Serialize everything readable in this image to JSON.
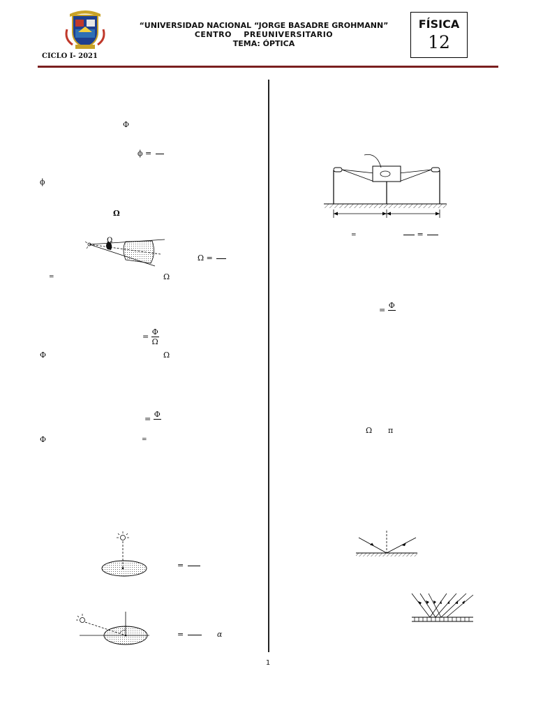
{
  "header": {
    "university": "“UNIVERSIDAD NACIONAL “JORGE BASADRE GROHMANN”",
    "center": "CENTRO    PREUNIVERSITARIO",
    "topic": "TEMA: ÓPTICA",
    "cycle": "CICLO I- 2021",
    "subject": "FÍSICA",
    "number": "12",
    "accent_color": "#7a1f1f"
  },
  "left_column": {
    "s1": "Φ",
    "s2_lhs": "ϕ",
    "s2_eq": "=",
    "s3": "ϕ",
    "s4": "Ω",
    "s5_lhs": "Ω",
    "s5_eq": "=",
    "fig1_label": "Ω",
    "s6_eq": "=",
    "s6_omega": "Ω",
    "s7_eq": "=",
    "s7_num": "Φ",
    "s7_den": "Ω",
    "s8_phi": "Φ",
    "s8_omega": "Ω",
    "s9_eq": "=",
    "s9_num": "Φ",
    "s10_phi": "Φ",
    "s10_eq": "=",
    "s11_eq": "=",
    "s12_eq": "=",
    "s12_alpha": "α"
  },
  "right_column": {
    "r1_eq1": "=",
    "r1_eq2": "=",
    "r2_eq": "=",
    "r2_num": "Φ",
    "r3_omega": "Ω",
    "r3_pi": "π"
  },
  "footer": {
    "page": "1"
  }
}
